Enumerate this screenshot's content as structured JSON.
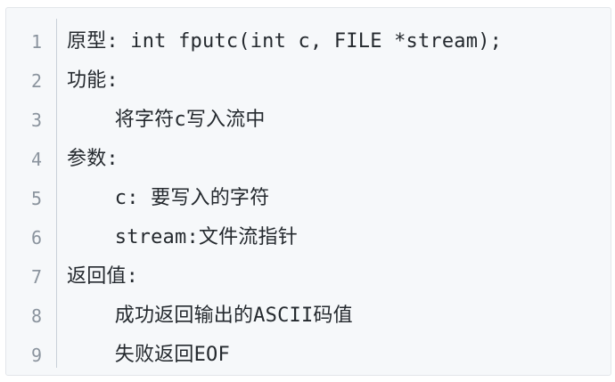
{
  "code_block": {
    "lines": [
      {
        "number": "1",
        "text": "原型: int fputc(int c, FILE *stream);"
      },
      {
        "number": "2",
        "text": "功能:"
      },
      {
        "number": "3",
        "text": "    将字符c写入流中"
      },
      {
        "number": "4",
        "text": "参数:"
      },
      {
        "number": "5",
        "text": "    c: 要写入的字符"
      },
      {
        "number": "6",
        "text": "    stream:文件流指针"
      },
      {
        "number": "7",
        "text": "返回值:"
      },
      {
        "number": "8",
        "text": "    成功返回输出的ASCII码值"
      },
      {
        "number": "9",
        "text": "    失败返回EOF"
      }
    ]
  }
}
